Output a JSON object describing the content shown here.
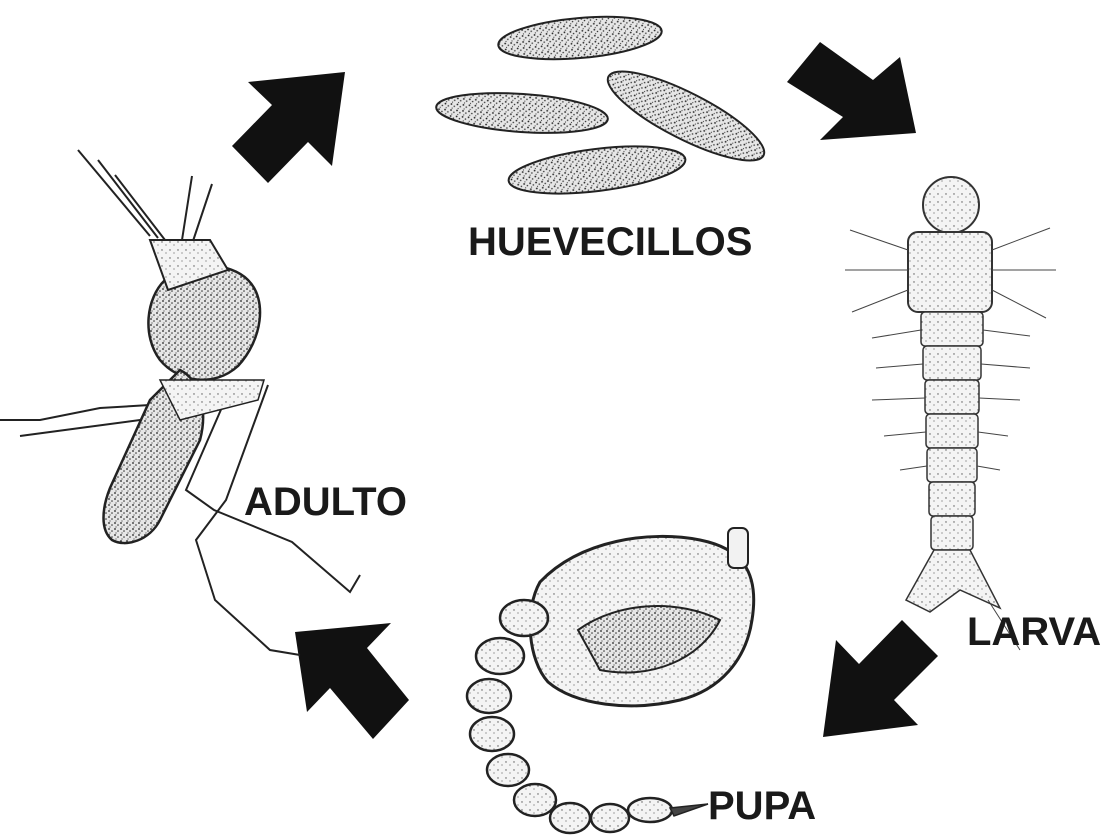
{
  "diagram": {
    "stages": {
      "eggs": "HUEVECILLOS",
      "larva": "LARVA",
      "pupa": "PUPA",
      "adult": "ADULTO"
    },
    "cycle_order": [
      "HUEVECILLOS",
      "LARVA",
      "PUPA",
      "ADULTO"
    ]
  },
  "colors": {
    "ink": "#1a1a1a",
    "arrow": "#111111",
    "background": "#ffffff"
  }
}
